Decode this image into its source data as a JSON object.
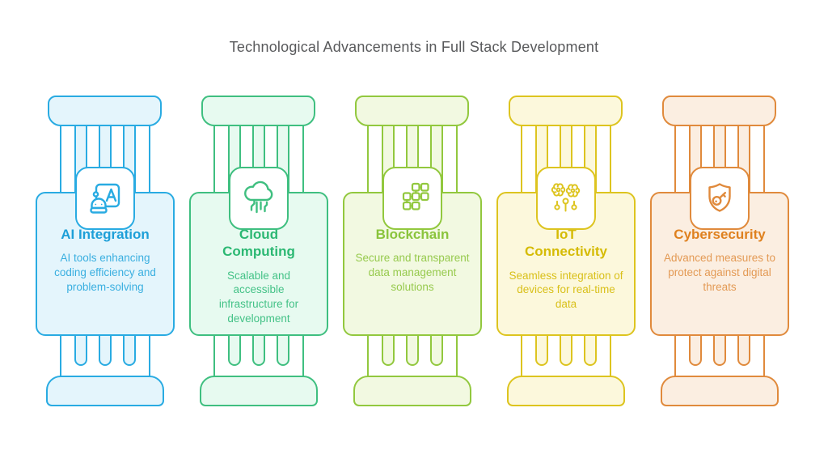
{
  "title": "Technological Advancements in Full Stack Development",
  "pillars": [
    {
      "id": "ai-integration",
      "title": "AI Integration",
      "description": "AI tools enhancing coding efficiency and problem-solving",
      "icon": "robot-translate-icon",
      "colors": {
        "accent": "#29ABE2",
        "fill": "#E4F5FC",
        "title": "#1D9FD8",
        "desc": "#3AAFE0"
      }
    },
    {
      "id": "cloud-computing",
      "title": "Cloud Computing",
      "description": "Scalable and accessible infrastructure for development",
      "icon": "cloud-circuit-icon",
      "colors": {
        "accent": "#3FBF80",
        "fill": "#E7FAF0",
        "title": "#2CB873",
        "desc": "#44C287"
      }
    },
    {
      "id": "blockchain",
      "title": "Blockchain",
      "description": "Secure and transparent data management solutions",
      "icon": "blockchain-nodes-icon",
      "colors": {
        "accent": "#92C83E",
        "fill": "#F2F9E1",
        "title": "#8AC43C",
        "desc": "#97CA4E"
      }
    },
    {
      "id": "iot-connectivity",
      "title": "IoT Connectivity",
      "description": "Seamless integration of devices for real-time data",
      "icon": "iot-gears-icon",
      "colors": {
        "accent": "#DDC41F",
        "fill": "#FCF8DC",
        "title": "#D5BB05",
        "desc": "#D9C01A"
      }
    },
    {
      "id": "cybersecurity",
      "title": "Cybersecurity",
      "description": "Advanced measures to protect against digital threats",
      "icon": "shield-key-icon",
      "colors": {
        "accent": "#E08A3C",
        "fill": "#FBEEE1",
        "title": "#DF811F",
        "desc": "#E39A55"
      }
    }
  ]
}
